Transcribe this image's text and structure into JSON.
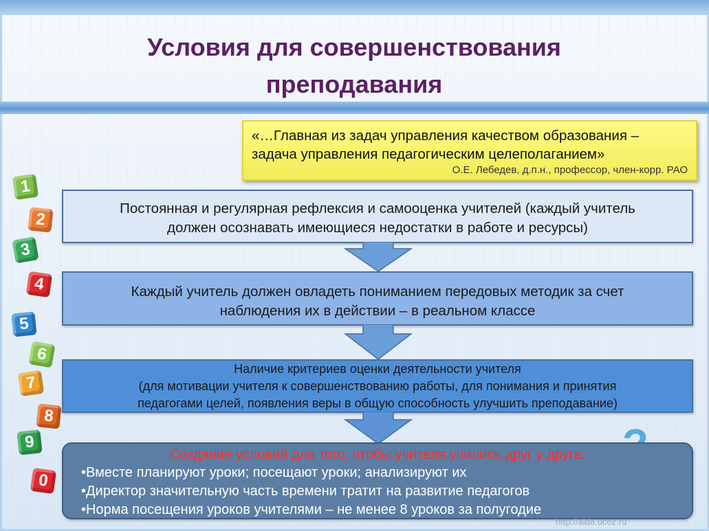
{
  "slide": {
    "title_line1": "Условия для совершенствования",
    "title_line2": "преподавания",
    "quote": {
      "line1": "«…Главная из задач управления качеством образования –",
      "line2": "задача управления педагогическим целеполаганием»",
      "author": "О.Е. Лебедев, д.п.н., профессор, член-корр. РАО"
    },
    "box1": {
      "line1": "Постоянная и регулярная рефлексия и самооценка учителей (каждый учитель",
      "line2": "должен осознавать имеющиеся недостатки в работе и ресурсы)"
    },
    "box2": {
      "line1": "Каждый учитель должен овладеть пониманием передовых методик за счет",
      "line2": "наблюдения их в действии – в реальном классе"
    },
    "box3": {
      "line1": "Наличие критериев оценки деятельности учителя",
      "line2": "(для мотивации учителя к совершенствованию работы, для понимания и принятия",
      "line3": "педагогами целей, появления веры в общую способность улучшить преподавание)"
    },
    "box4": {
      "header": "Создание условий для того, чтобы учителя учились друг у друга:",
      "items": [
        "•Вместе планируют уроки; посещают уроки; анализируют их",
        "•Директор значительную часть времени тратит на развитие педагогов",
        "•Норма посещения уроков учителями – не менее 8 уроков за полугодие"
      ]
    },
    "cubes": [
      "1",
      "2",
      "3",
      "4",
      "5",
      "6",
      "7",
      "8",
      "9",
      "0"
    ],
    "question_mark": "?",
    "watermark": "http://aida.ucoz.ru",
    "colors": {
      "title": "#5b1f63",
      "quote_bg": "#fffb87",
      "box1_bg": "#dde8f6",
      "box2_bg": "#8eb3e6",
      "box3_bg": "#4f8fd8",
      "box4_bg": "#5c7ea4",
      "box4_header": "#ff2d2d",
      "arrow": "#5b93d6"
    }
  }
}
